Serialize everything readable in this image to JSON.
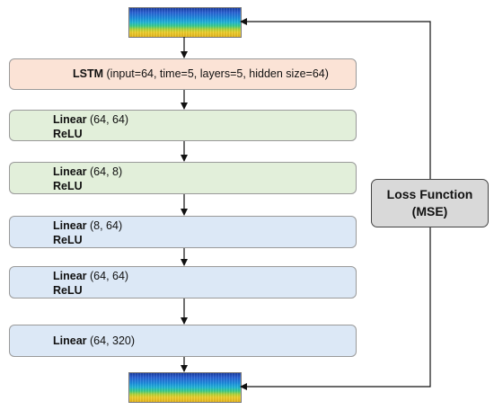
{
  "lstm": {
    "name": "LSTM",
    "params": "(input=64,  time=5,  layers=5,  hidden size=64)"
  },
  "layers": [
    {
      "name": "Linear",
      "params": "(64, 64)",
      "activation": "ReLU",
      "color": "#e2efda"
    },
    {
      "name": "Linear",
      "params": "(64, 8)",
      "activation": "ReLU",
      "color": "#e2efda"
    },
    {
      "name": "Linear",
      "params": "(8, 64)",
      "activation": "ReLU",
      "color": "#dce8f6"
    },
    {
      "name": "Linear",
      "params": "(64, 64)",
      "activation": "ReLU",
      "color": "#dce8f6"
    },
    {
      "name": "Linear",
      "params": "(64, 320)",
      "activation": "",
      "color": "#dce8f6"
    }
  ],
  "loss": {
    "line1": "Loss Function",
    "line2": "(MSE)"
  },
  "colors": {
    "lstm": "#fbe3d6",
    "encoder": "#e2efda",
    "decoder": "#dce8f6",
    "loss": "#d9d9d9"
  }
}
